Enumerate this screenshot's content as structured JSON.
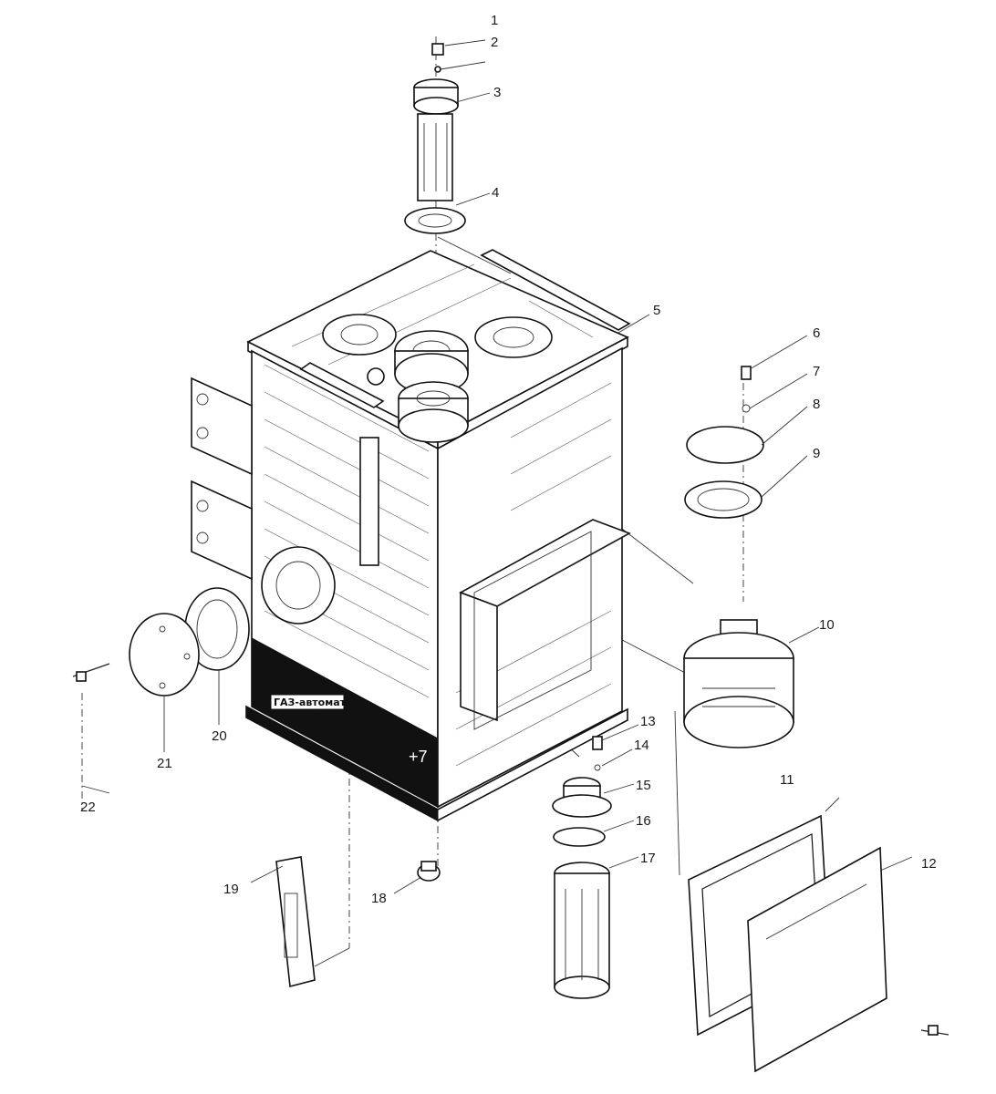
{
  "callouts": [
    {
      "id": "1",
      "label": "1"
    },
    {
      "id": "2",
      "label": "2"
    },
    {
      "id": "3",
      "label": "3"
    },
    {
      "id": "4",
      "label": "4"
    },
    {
      "id": "5",
      "label": "5"
    },
    {
      "id": "6",
      "label": "6"
    },
    {
      "id": "7",
      "label": "7"
    },
    {
      "id": "8",
      "label": "8"
    },
    {
      "id": "9",
      "label": "9"
    },
    {
      "id": "10",
      "label": "10"
    },
    {
      "id": "11",
      "label": "11"
    },
    {
      "id": "12",
      "label": "12"
    },
    {
      "id": "13",
      "label": "13"
    },
    {
      "id": "14",
      "label": "14"
    },
    {
      "id": "15",
      "label": "15"
    },
    {
      "id": "16",
      "label": "16"
    },
    {
      "id": "17",
      "label": "17"
    },
    {
      "id": "18",
      "label": "18"
    },
    {
      "id": "19",
      "label": "19"
    },
    {
      "id": "20",
      "label": "20"
    },
    {
      "id": "21",
      "label": "21"
    },
    {
      "id": "22",
      "label": "22"
    }
  ],
  "stamps": {
    "logo": "ГАЗ-автоматика",
    "marking": "+7"
  }
}
